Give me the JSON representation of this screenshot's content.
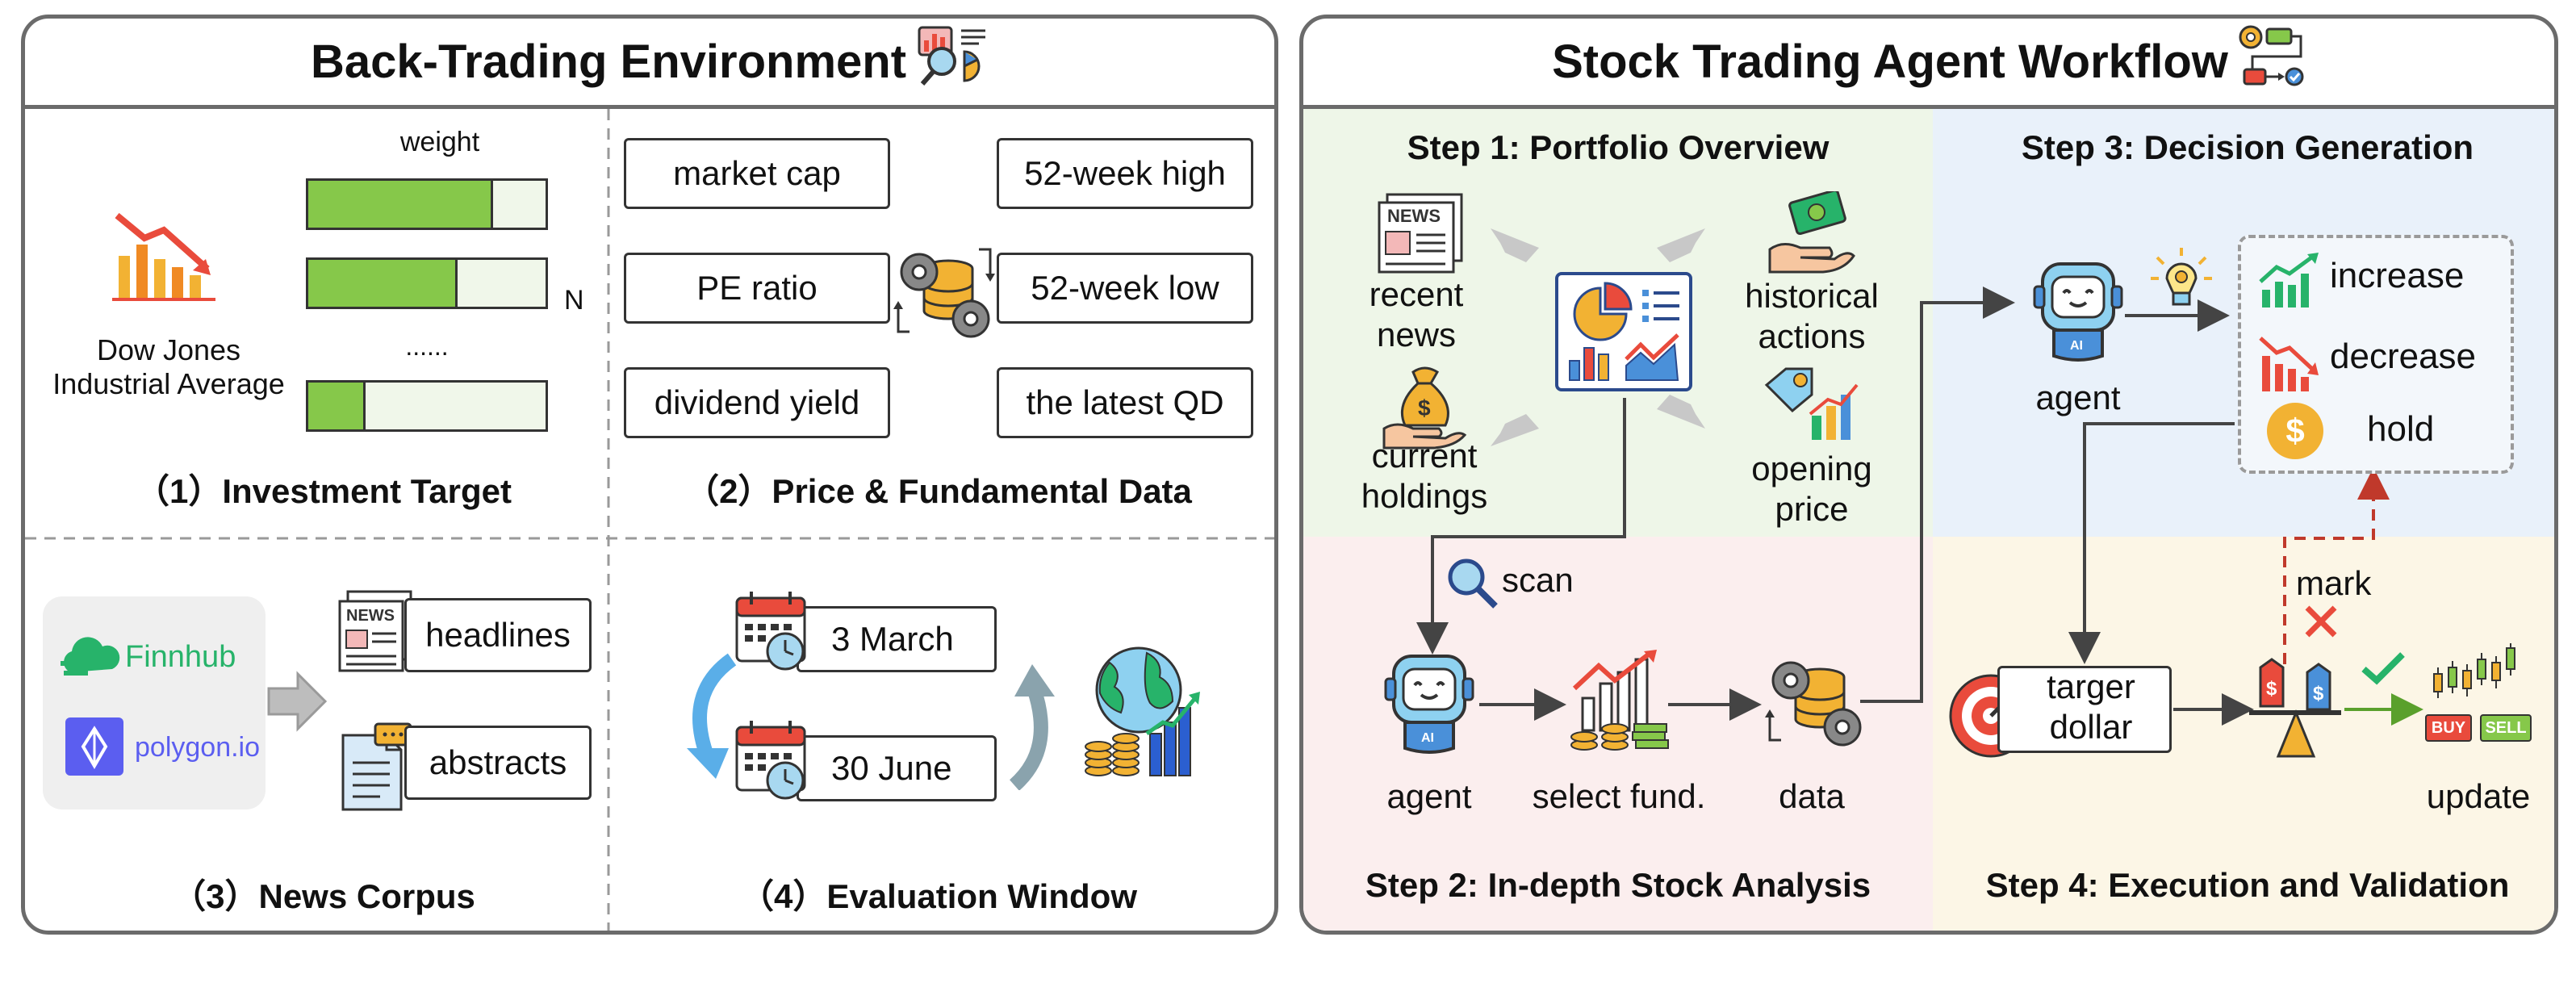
{
  "left_panel": {
    "title": "Back-Trading Environment",
    "investment_target": {
      "section_label": "（1）Investment Target",
      "index_name_line1": "Dow Jones",
      "index_name_line2": "Industrial Average",
      "weight_label": "weight",
      "n_label": "N",
      "ellipsis": "......",
      "weights": [
        0.78,
        0.63,
        0.24
      ]
    },
    "price_fundamental": {
      "section_label": "（2）Price & Fundamental Data",
      "items": [
        "market cap",
        "52-week high",
        "PE ratio",
        "52-week low",
        "dividend yield",
        "the latest QD"
      ]
    },
    "news_corpus": {
      "section_label": "（3）News Corpus",
      "sources": [
        "Finnhub",
        "polygon.io"
      ],
      "items": [
        "headlines",
        "abstracts"
      ],
      "news_icon_text": "NEWS"
    },
    "evaluation_window": {
      "section_label": "（4）Evaluation Window",
      "start": "3 March",
      "end": "30 June"
    }
  },
  "right_panel": {
    "title": "Stock Trading Agent Workflow",
    "step1": {
      "title": "Step 1: Portfolio Overview",
      "inputs": {
        "recent_news_1": "recent",
        "recent_news_2": "news",
        "current_holdings_1": "current",
        "current_holdings_2": "holdings",
        "historical_actions_1": "historical",
        "historical_actions_2": "actions",
        "opening_price_1": "opening",
        "opening_price_2": "price"
      },
      "news_icon_text": "NEWS"
    },
    "step2": {
      "title": "Step 2: In-depth Stock Analysis",
      "scan_label": "scan",
      "agent_label": "agent",
      "select_label": "select fund.",
      "data_label": "data"
    },
    "step3": {
      "title": "Step 3: Decision Generation",
      "agent_label": "agent",
      "decisions": [
        "increase",
        "decrease",
        "hold"
      ]
    },
    "step4": {
      "title": "Step 4: Execution and Validation",
      "target_line1": "targer",
      "target_line2": "dollar",
      "mark_label": "mark",
      "update_label": "update",
      "buy_label": "BUY",
      "sell_label": "SELL"
    },
    "colors": {
      "step1_bg": "#eef6e8",
      "step2_bg": "#fbeeee",
      "step3_bg": "#e9f1fa",
      "step4_bg": "#fcf6e6",
      "accent_red": "#c0392b",
      "accent_green": "#86c84a"
    }
  }
}
